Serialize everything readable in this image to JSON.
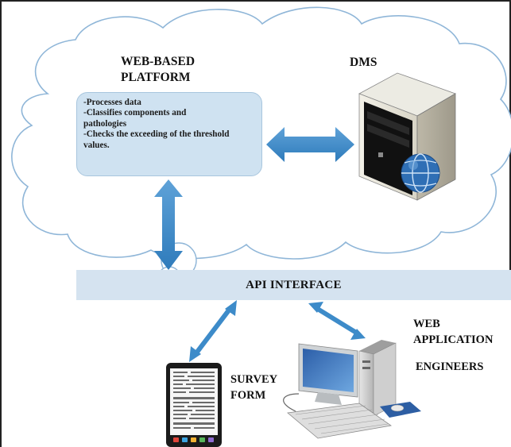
{
  "diagram": {
    "cloud": {
      "title_line1": "WEB-BASED",
      "title_line2": "PLATFORM",
      "dms_label": "DMS"
    },
    "platform_box": {
      "line1": "-Processes data",
      "line2": "-Classifies components and",
      "line3": "pathologies",
      "line4": "-Checks the exceeding of the threshold",
      "line5": "values."
    },
    "api_label": "API INTERFACE",
    "survey_line1": "SURVEY",
    "survey_line2": "FORM",
    "web_line1": "WEB",
    "web_line2": "APPLICATION",
    "engineers_label": "ENGINEERS",
    "colors": {
      "arrow": "#3d8bc9",
      "cloud_stroke": "#8fb6d8",
      "box_fill": "#cfe2f1",
      "api_bar": "#d5e3f0"
    },
    "icons": [
      "server-icon",
      "globe-icon",
      "tablet-icon",
      "desktop-computer-icon"
    ]
  }
}
